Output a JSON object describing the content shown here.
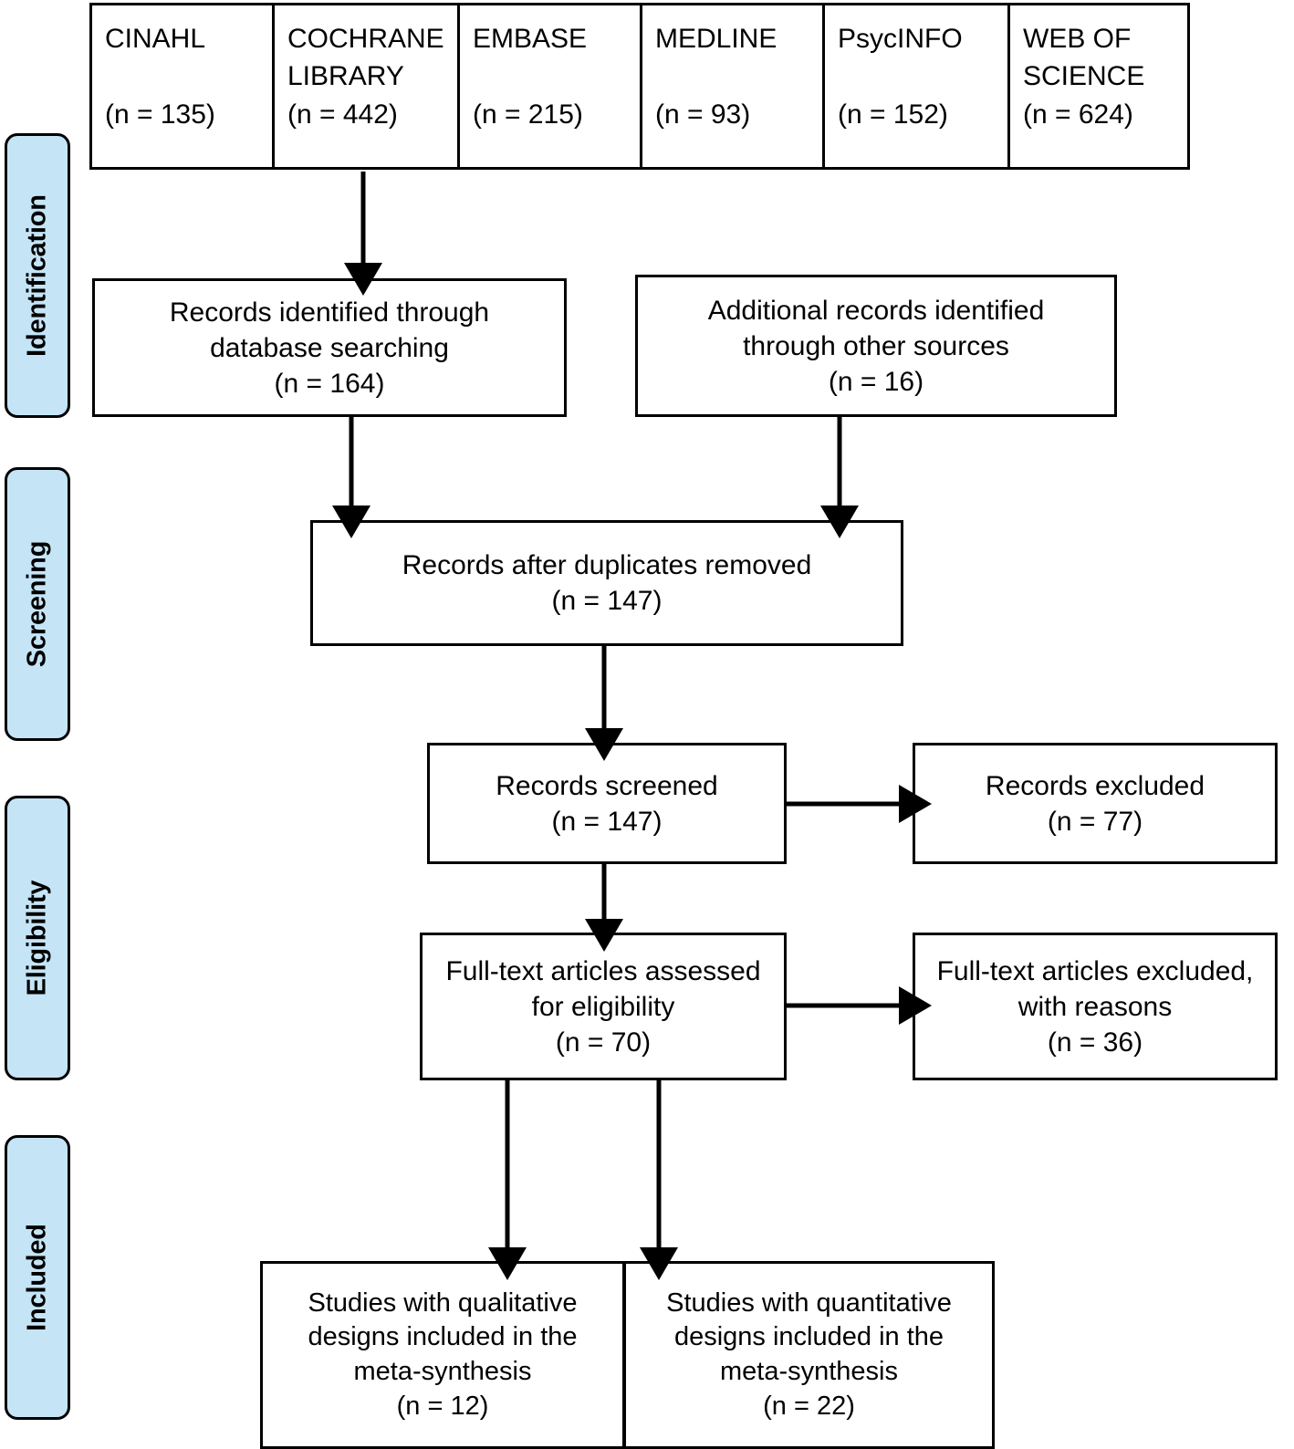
{
  "diagram": {
    "type": "prisma-flow-diagram",
    "stages": [
      {
        "name": "identification",
        "label": "Identification"
      },
      {
        "name": "screening",
        "label": "Screening"
      },
      {
        "name": "eligibility",
        "label": "Eligibility"
      },
      {
        "name": "included",
        "label": "Included"
      }
    ],
    "sources": [
      {
        "name": "cinahl",
        "label": "CINAHL",
        "count": "(n = 135)"
      },
      {
        "name": "cochrane-library",
        "label": "COCHRANE\nLIBRARY",
        "count": "(n = 442)"
      },
      {
        "name": "embase",
        "label": "EMBASE",
        "count": "(n = 215)"
      },
      {
        "name": "medline",
        "label": "MEDLINE",
        "count": "(n = 93)"
      },
      {
        "name": "psycinfo",
        "label": "PsycINFO",
        "count": "(n = 152)"
      },
      {
        "name": "web-of-science",
        "label": "WEB OF\nSCIENCE",
        "count": "(n = 624)"
      }
    ],
    "nodes": {
      "records_identified_database": "Records identified through\ndatabase searching\n(n = 164)",
      "additional_records_other_sources": "Additional records identified\nthrough other sources\n(n = 16)",
      "records_after_duplicates": "Records after duplicates removed\n(n = 147)",
      "records_screened": "Records screened\n(n = 147)",
      "records_excluded": "Records excluded\n(n = 77)",
      "fulltext_assessed": "Full-text articles assessed\nfor eligibility\n(n = 70)",
      "fulltext_excluded": "Full-text articles excluded,\nwith reasons\n(n = 36)",
      "studies_qualitative": "Studies with qualitative\ndesigns included in the\nmeta-synthesis\n(n = 12)",
      "studies_quantitative": "Studies with quantitative\ndesigns included in the\nmeta-synthesis\n(n = 22)"
    },
    "colors": {
      "stage_fill": "#c5e5f7",
      "stroke": "#000000",
      "box_fill": "#ffffff"
    }
  }
}
